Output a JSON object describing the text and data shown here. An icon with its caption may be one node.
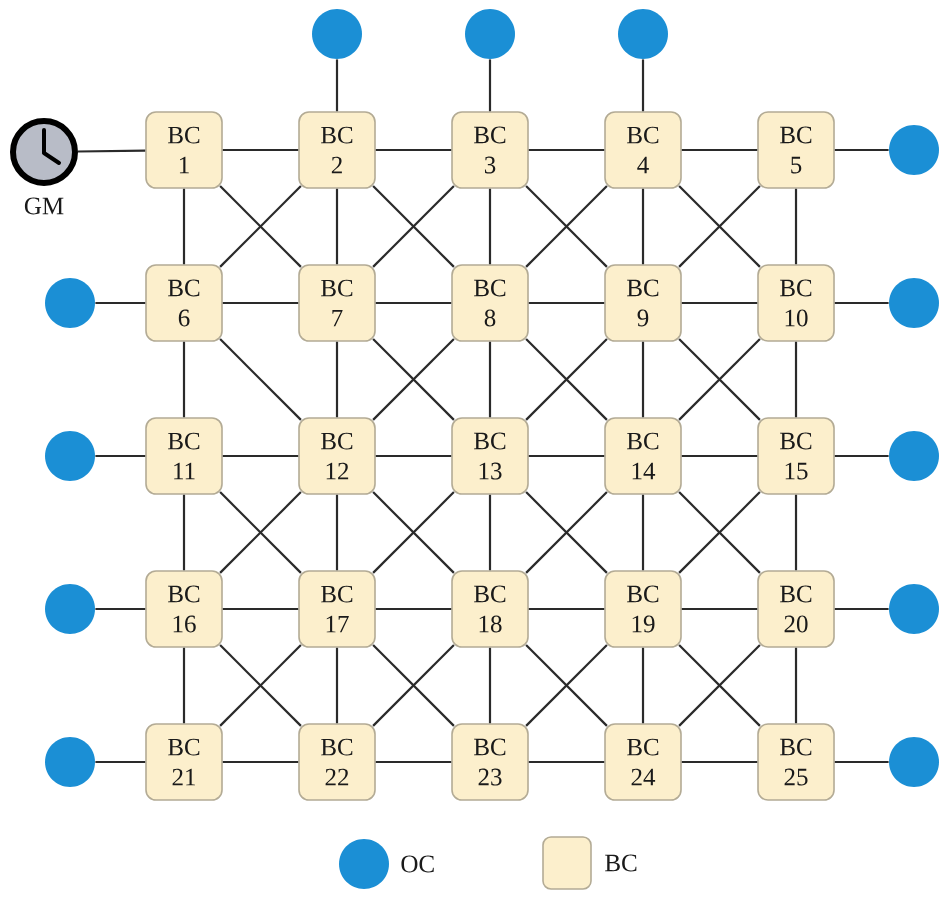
{
  "diagram": {
    "nodes": [
      {
        "text": [],
        "shape": "circle"
      },
      {
        "text": [],
        "shape": "circle"
      },
      {
        "text": [],
        "shape": "circle"
      },
      {
        "text": [],
        "shape": "picture",
        "beside": [
          "GM"
        ]
      },
      {
        "text": [
          "BC 1"
        ]
      },
      {
        "text": [
          "BC 2"
        ]
      },
      {
        "text": [
          "BC 3"
        ]
      },
      {
        "text": [
          "BC 4"
        ]
      },
      {
        "text": [
          "BC 5"
        ]
      },
      {
        "text": [],
        "shape": "circle"
      },
      {
        "text": [],
        "shape": "circle"
      },
      {
        "text": [
          "BC 6"
        ]
      },
      {
        "text": [
          "BC 7"
        ]
      },
      {
        "text": [
          "BC 8"
        ]
      },
      {
        "text": [
          "BC 9"
        ]
      },
      {
        "text": [
          "BC 10"
        ]
      },
      {
        "text": [],
        "shape": "circle"
      },
      {
        "text": [],
        "shape": "circle"
      },
      {
        "text": [
          "BC 11"
        ]
      },
      {
        "text": [
          "BC 12"
        ]
      },
      {
        "text": [
          "BC 13"
        ]
      },
      {
        "text": [
          "BC 14"
        ]
      },
      {
        "text": [
          "BC 15"
        ]
      },
      {
        "text": [],
        "shape": "circle"
      },
      {
        "text": [],
        "shape": "circle"
      },
      {
        "text": [
          "BC 16"
        ]
      },
      {
        "text": [
          "BC 17"
        ]
      },
      {
        "text": [
          "BC 18"
        ]
      },
      {
        "text": [
          "BC 19"
        ]
      },
      {
        "text": [
          "BC 20"
        ]
      },
      {
        "text": [],
        "shape": "circle"
      },
      {
        "text": [],
        "shape": "circle"
      },
      {
        "text": [
          "BC 21"
        ]
      },
      {
        "text": [
          "BC 22"
        ]
      },
      {
        "text": [
          "BC 23"
        ]
      },
      {
        "text": [
          "BC 24"
        ]
      },
      {
        "text": [
          "BC 25"
        ]
      },
      {
        "text": [],
        "shape": "circle"
      }
    ],
    "edges": [
      {
        "from": 0,
        "to": 5,
        "arrow": "none"
      },
      {
        "from": 1,
        "to": 6,
        "arrow": "none"
      },
      {
        "from": 2,
        "to": 7,
        "arrow": "none"
      },
      {
        "from": 3,
        "to": 4,
        "arrow": "none"
      },
      {
        "from": 4,
        "to": 5,
        "arrow": "none"
      },
      {
        "from": 5,
        "to": 6,
        "arrow": "none"
      },
      {
        "from": 6,
        "to": 7,
        "arrow": "none"
      },
      {
        "from": 7,
        "to": 8,
        "arrow": "none"
      },
      {
        "from": 8,
        "to": 9,
        "arrow": "none"
      },
      {
        "from": 10,
        "to": 11,
        "arrow": "none"
      },
      {
        "from": 11,
        "to": 12,
        "arrow": "none"
      },
      {
        "from": 12,
        "to": 13,
        "arrow": "none"
      },
      {
        "from": 13,
        "to": 14,
        "arrow": "none"
      },
      {
        "from": 14,
        "to": 15,
        "arrow": "none"
      },
      {
        "from": 15,
        "to": 16,
        "arrow": "none"
      },
      {
        "from": 17,
        "to": 18,
        "arrow": "none"
      },
      {
        "from": 18,
        "to": 19,
        "arrow": "none"
      },
      {
        "from": 19,
        "to": 20,
        "arrow": "none"
      },
      {
        "from": 20,
        "to": 21,
        "arrow": "none"
      },
      {
        "from": 21,
        "to": 22,
        "arrow": "none"
      },
      {
        "from": 22,
        "to": 23,
        "arrow": "none"
      },
      {
        "from": 24,
        "to": 25,
        "arrow": "none"
      },
      {
        "from": 25,
        "to": 26,
        "arrow": "none"
      },
      {
        "from": 26,
        "to": 27,
        "arrow": "none"
      },
      {
        "from": 27,
        "to": 28,
        "arrow": "none"
      },
      {
        "from": 28,
        "to": 29,
        "arrow": "none"
      },
      {
        "from": 29,
        "to": 30,
        "arrow": "none"
      },
      {
        "from": 31,
        "to": 32,
        "arrow": "none"
      },
      {
        "from": 32,
        "to": 33,
        "arrow": "none"
      },
      {
        "from": 33,
        "to": 34,
        "arrow": "none"
      },
      {
        "from": 34,
        "to": 35,
        "arrow": "none"
      },
      {
        "from": 35,
        "to": 36,
        "arrow": "none"
      },
      {
        "from": 36,
        "to": 37,
        "arrow": "none"
      },
      {
        "from": 4,
        "to": 11,
        "arrow": "none"
      },
      {
        "from": 11,
        "to": 18,
        "arrow": "none"
      },
      {
        "from": 18,
        "to": 25,
        "arrow": "none"
      },
      {
        "from": 25,
        "to": 32,
        "arrow": "none"
      },
      {
        "from": 5,
        "to": 12,
        "arrow": "none"
      },
      {
        "from": 12,
        "to": 19,
        "arrow": "none"
      },
      {
        "from": 19,
        "to": 26,
        "arrow": "none"
      },
      {
        "from": 26,
        "to": 33,
        "arrow": "none"
      },
      {
        "from": 6,
        "to": 13,
        "arrow": "none"
      },
      {
        "from": 13,
        "to": 20,
        "arrow": "none"
      },
      {
        "from": 20,
        "to": 27,
        "arrow": "none"
      },
      {
        "from": 27,
        "to": 34,
        "arrow": "none"
      },
      {
        "from": 7,
        "to": 14,
        "arrow": "none"
      },
      {
        "from": 14,
        "to": 21,
        "arrow": "none"
      },
      {
        "from": 21,
        "to": 28,
        "arrow": "none"
      },
      {
        "from": 28,
        "to": 35,
        "arrow": "none"
      },
      {
        "from": 8,
        "to": 15,
        "arrow": "none"
      },
      {
        "from": 15,
        "to": 22,
        "arrow": "none"
      },
      {
        "from": 22,
        "to": 29,
        "arrow": "none"
      },
      {
        "from": 29,
        "to": 36,
        "arrow": "none"
      },
      {
        "from": 4,
        "to": 12,
        "arrow": "none"
      },
      {
        "from": 5,
        "to": 11,
        "arrow": "none"
      },
      {
        "from": 5,
        "to": 13,
        "arrow": "none"
      },
      {
        "from": 6,
        "to": 12,
        "arrow": "none"
      },
      {
        "from": 6,
        "to": 14,
        "arrow": "none"
      },
      {
        "from": 7,
        "to": 13,
        "arrow": "none"
      },
      {
        "from": 7,
        "to": 15,
        "arrow": "none"
      },
      {
        "from": 8,
        "to": 14,
        "arrow": "none"
      },
      {
        "from": 11,
        "to": 19,
        "arrow": "none"
      },
      {
        "from": 12,
        "to": 20,
        "arrow": "none"
      },
      {
        "from": 13,
        "to": 19,
        "arrow": "none"
      },
      {
        "from": 13,
        "to": 21,
        "arrow": "none"
      },
      {
        "from": 14,
        "to": 20,
        "arrow": "none"
      },
      {
        "from": 14,
        "to": 22,
        "arrow": "none"
      },
      {
        "from": 15,
        "to": 21,
        "arrow": "none"
      },
      {
        "from": 18,
        "to": 26,
        "arrow": "none"
      },
      {
        "from": 19,
        "to": 25,
        "arrow": "none"
      },
      {
        "from": 19,
        "to": 27,
        "arrow": "none"
      },
      {
        "from": 20,
        "to": 26,
        "arrow": "none"
      },
      {
        "from": 20,
        "to": 28,
        "arrow": "none"
      },
      {
        "from": 21,
        "to": 27,
        "arrow": "none"
      },
      {
        "from": 21,
        "to": 29,
        "arrow": "none"
      },
      {
        "from": 22,
        "to": 28,
        "arrow": "none"
      },
      {
        "from": 25,
        "to": 33,
        "arrow": "none"
      },
      {
        "from": 26,
        "to": 32,
        "arrow": "none"
      },
      {
        "from": 26,
        "to": 34,
        "arrow": "none"
      },
      {
        "from": 27,
        "to": 33,
        "arrow": "none"
      },
      {
        "from": 27,
        "to": 35,
        "arrow": "none"
      },
      {
        "from": 28,
        "to": 34,
        "arrow": "none"
      },
      {
        "from": 28,
        "to": 36,
        "arrow": "none"
      },
      {
        "from": 29,
        "to": 35,
        "arrow": "none"
      }
    ],
    "legend": [
      {
        "text": "OC"
      },
      {
        "text": "BC"
      }
    ]
  }
}
